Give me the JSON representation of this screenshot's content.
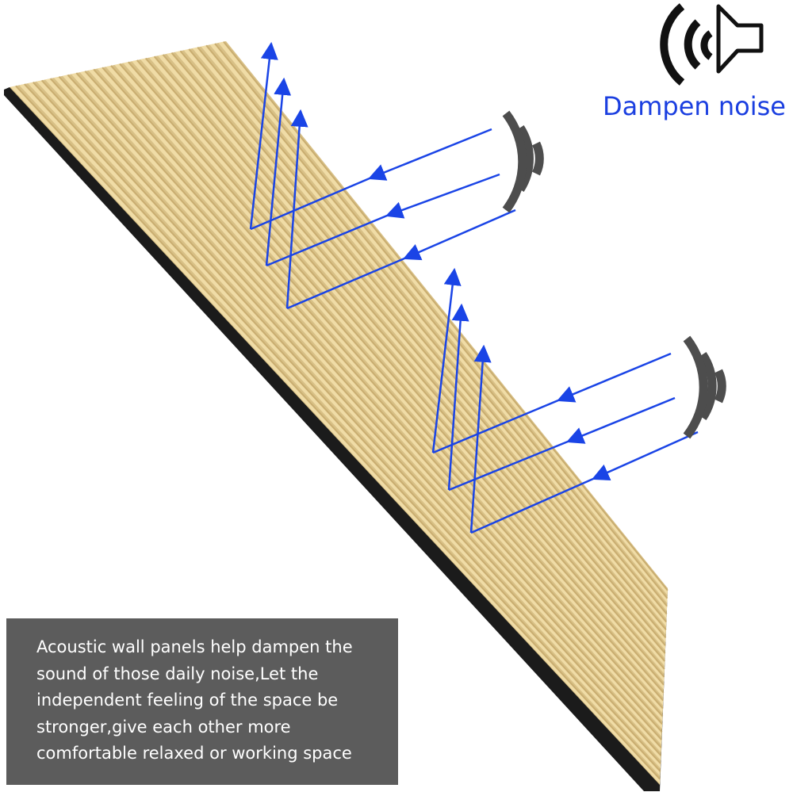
{
  "headline": {
    "text": "Dampen noise",
    "color": "#1b3fe0"
  },
  "caption": {
    "lines": [
      "Acoustic wall panels help dampen the",
      "sound of those daily noise,Let the",
      "independent feeling of the space be",
      "stronger,give each other more",
      "comfortable relaxed or working space"
    ]
  },
  "colors": {
    "wood_light": "#f0dca6",
    "wood_dark": "#c9ad70",
    "felt_backing": "#1b1b1b",
    "arrow_blue": "#1a44e6",
    "sound_wave_gray": "#4d4d4d",
    "speaker_black": "#111111",
    "caption_background": "#5c5c5c"
  },
  "icons": [
    "speaker-icon",
    "sound-wave-icon"
  ]
}
